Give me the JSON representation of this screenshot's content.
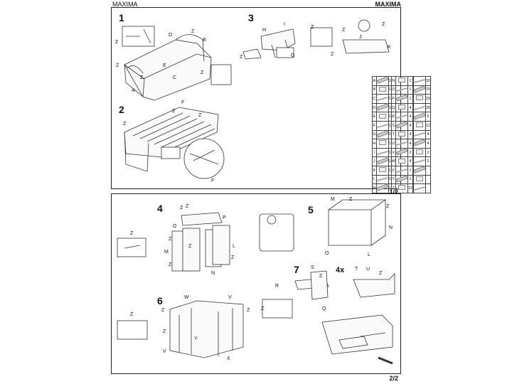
{
  "header": {
    "left_title": "MAXIMA",
    "right_title": "MAXIMA"
  },
  "sheet1": {
    "page_label": "1/2",
    "steps": {
      "s1": "1",
      "s2": "2",
      "s3": "3"
    },
    "labels": {
      "z": "Z",
      "a": "A",
      "b": "B",
      "c": "C",
      "d": "D",
      "e": "E",
      "f": "F",
      "g": "G",
      "h": "H",
      "i": "I",
      "j": "J",
      "k": "K"
    },
    "parts_table": {
      "rows": [
        [
          "A",
          "1",
          "N",
          "1",
          "1",
          "32"
        ],
        [
          "B",
          "1",
          "O",
          "1",
          "1",
          "70"
        ],
        [
          "C",
          "1",
          "P",
          "1",
          "1",
          "20"
        ],
        [
          "D",
          "1",
          "Q",
          "4",
          "1",
          "20"
        ],
        [
          "E",
          "1",
          "R",
          "4",
          "1",
          "6"
        ],
        [
          "F",
          "1",
          "S",
          "4",
          "1",
          "12"
        ],
        [
          "G",
          "1",
          "T",
          "4",
          "1",
          "4"
        ],
        [
          "H",
          "1",
          "U",
          "4",
          "1",
          "4"
        ],
        [
          "I",
          "1",
          "V",
          "2",
          "1",
          "2"
        ],
        [
          "J",
          "1",
          "W",
          "4",
          "1",
          "2"
        ],
        [
          "K",
          "1",
          "X",
          "1",
          "",
          ""
        ],
        [
          "L",
          "1",
          "Y",
          "1",
          "",
          ""
        ],
        [
          "M",
          "1",
          "Z",
          "12",
          "",
          ""
        ]
      ]
    }
  },
  "sheet2": {
    "page_label": "2/2",
    "steps": {
      "s4": "4",
      "s5": "5",
      "s6": "6",
      "s7": "7",
      "mult": "4x"
    },
    "labels": {
      "z": "Z",
      "l": "L",
      "m": "M",
      "n": "N",
      "o": "O",
      "p": "P",
      "q": "Q",
      "r": "R",
      "s": "S",
      "t": "T",
      "u": "U",
      "v": "V",
      "w": "W",
      "x": "X",
      "y": "Y"
    }
  }
}
